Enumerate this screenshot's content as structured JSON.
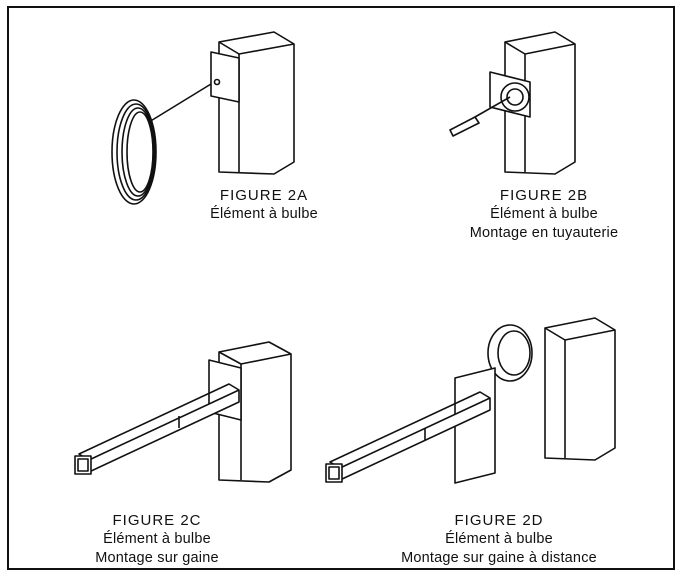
{
  "figures": [
    {
      "id": "2A",
      "label": "FIGURE 2A",
      "lines": [
        "Élément à bulbe"
      ]
    },
    {
      "id": "2B",
      "label": "FIGURE 2B",
      "lines": [
        "Élément à bulbe",
        "Montage en tuyauterie"
      ]
    },
    {
      "id": "2C",
      "label": "FIGURE 2C",
      "lines": [
        "Élément à bulbe",
        "Montage sur gaine"
      ]
    },
    {
      "id": "2D",
      "label": "FIGURE 2D",
      "lines": [
        "Élément à bulbe",
        "Montage sur gaine à distance"
      ]
    }
  ]
}
